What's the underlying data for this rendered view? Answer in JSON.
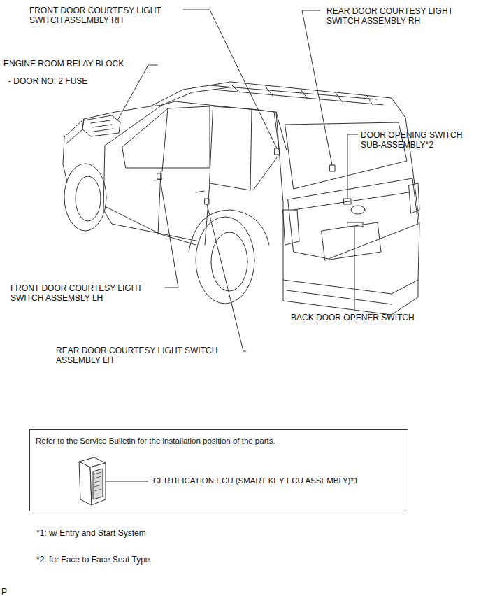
{
  "diagram": {
    "nodes": [
      {
        "text": [
          "Refer to the Service Bulletin for the installation position of the parts.",
          "CERTIFICATION ECU (SMART KEY ECU ASSEMBLY)*1"
        ]
      }
    ],
    "labels": [
      "FRONT DOOR COURTESY LIGHT SWITCH ASSEMBLY RH",
      "REAR DOOR COURTESY LIGHT SWITCH ASSEMBLY RH",
      "ENGINE ROOM RELAY BLOCK",
      "- DOOR NO. 2 FUSE",
      "DOOR OPENING SWITCH SUB-ASSEMBLY*2",
      "FRONT DOOR COURTESY LIGHT SWITCH ASSEMBLY LH",
      "BACK DOOR OPENER SWITCH",
      "REAR DOOR COURTESY LIGHT SWITCH ASSEMBLY LH",
      "*1: w/ Entry and Start System",
      "*2: for Face to Face Seat Type",
      "P"
    ]
  }
}
